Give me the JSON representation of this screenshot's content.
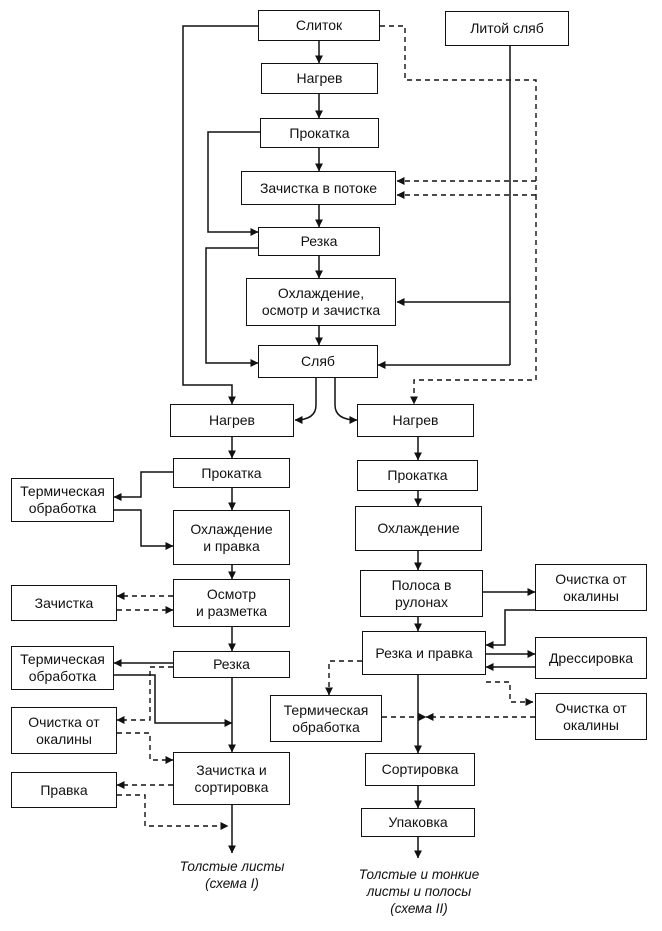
{
  "top": {
    "ingot": "Слиток",
    "cast_slab": "Литой сляб",
    "heating": "Нагрев",
    "rolling": "Прокатка",
    "inline_cleaning": "Зачистка в потоке",
    "cutting": "Резка",
    "cooling_inspection": "Охлаждение,\nосмотр и зачистка",
    "slab": "Сляб"
  },
  "scheme1": {
    "heating": "Нагрев",
    "rolling": "Прокатка",
    "heat_treatment_a": "Термическая\nобработка",
    "cooling_straightening": "Охлаждение\nи правка",
    "cleaning": "Зачистка",
    "inspection_marking": "Осмотр\nи разметка",
    "heat_treatment_b": "Термическая\nобработка",
    "cutting": "Резка",
    "descaling": "Очистка от\nокалины",
    "cleaning_sorting": "Зачистка и\nсортировка",
    "straightening": "Правка",
    "caption": "Толстые листы\n(схема I)"
  },
  "scheme2": {
    "heating": "Нагрев",
    "rolling": "Прокатка",
    "cooling": "Охлаждение",
    "coiled_strip": "Полоса в\nрулонах",
    "descaling_a": "Очистка от\nокалины",
    "cut_straighten": "Резка и правка",
    "skin_pass": "Дрессировка",
    "heat_treatment": "Термическая\nобработка",
    "descaling_b": "Очистка от\nокалины",
    "sorting": "Сортировка",
    "packing": "Упаковка",
    "caption": "Толстые и тонкие\nлисты и полосы\n(схема II)"
  }
}
